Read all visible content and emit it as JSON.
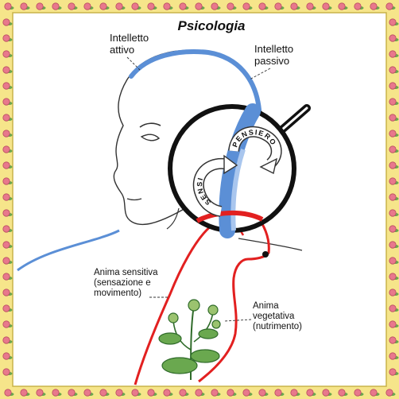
{
  "title": "Psicologia",
  "labels": {
    "intelletto_attivo": [
      "Intelletto",
      "attivo"
    ],
    "intelletto_passivo": [
      "Intelletto",
      "passivo"
    ],
    "anima_sensitiva": [
      "Anima sensitiva",
      "(sensazione e",
      "movimento)"
    ],
    "anima_vegetativa": [
      "Anima",
      "vegetativa",
      "(nutrimento)"
    ]
  },
  "arrows": {
    "pensiero": "PENSIERO",
    "sensi": "SENSI"
  },
  "colors": {
    "intellect": "#5b8fd6",
    "sensitive": "#e22020",
    "border_bg": "#f6e58a",
    "rose": "#e8788c",
    "leaf": "#6aa84f"
  }
}
